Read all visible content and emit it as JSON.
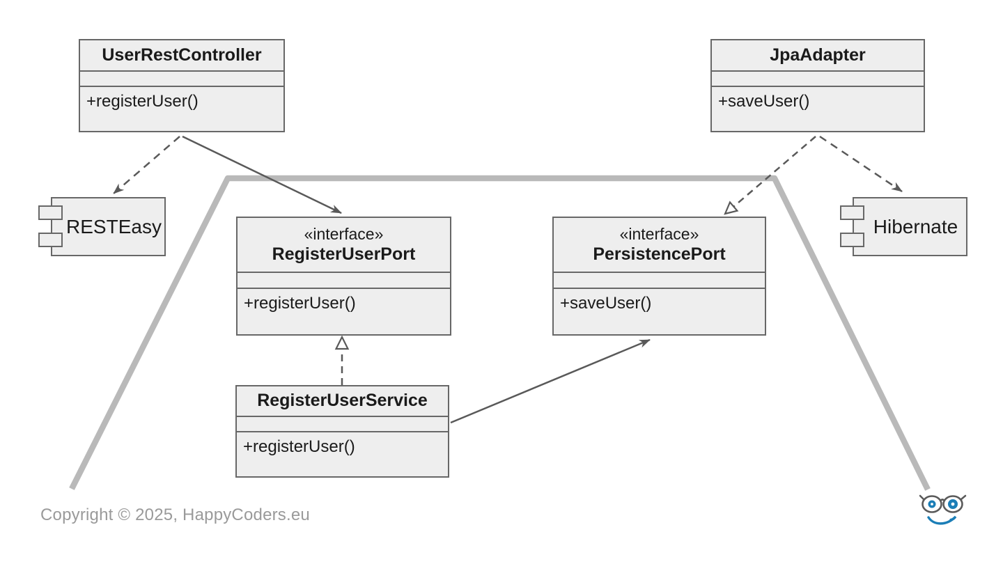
{
  "diagram": {
    "type": "uml-class-diagram",
    "theme": "hexagonal-architecture",
    "classes": {
      "userRestController": {
        "name": "UserRestController",
        "methods": [
          "+registerUser()"
        ]
      },
      "jpaAdapter": {
        "name": "JpaAdapter",
        "methods": [
          "+saveUser()"
        ]
      },
      "registerUserPort": {
        "stereotype": "«interface»",
        "name": "RegisterUserPort",
        "methods": [
          "+registerUser()"
        ]
      },
      "persistencePort": {
        "stereotype": "«interface»",
        "name": "PersistencePort",
        "methods": [
          "+saveUser()"
        ]
      },
      "registerUserService": {
        "name": "RegisterUserService",
        "methods": [
          "+registerUser()"
        ]
      }
    },
    "components": {
      "restEasy": {
        "name": "RESTEasy"
      },
      "hibernate": {
        "name": "Hibernate"
      }
    },
    "relationships": [
      {
        "from": "UserRestController",
        "to": "RESTEasy",
        "type": "dependency",
        "line": "dashed",
        "arrowhead": "open"
      },
      {
        "from": "UserRestController",
        "to": "RegisterUserPort",
        "type": "association",
        "line": "solid",
        "arrowhead": "open"
      },
      {
        "from": "RegisterUserService",
        "to": "RegisterUserPort",
        "type": "realization",
        "line": "dashed",
        "arrowhead": "hollow-triangle"
      },
      {
        "from": "RegisterUserService",
        "to": "PersistencePort",
        "type": "association",
        "line": "solid",
        "arrowhead": "open"
      },
      {
        "from": "JpaAdapter",
        "to": "PersistencePort",
        "type": "realization",
        "line": "dashed",
        "arrowhead": "hollow-triangle"
      },
      {
        "from": "JpaAdapter",
        "to": "Hibernate",
        "type": "dependency",
        "line": "dashed",
        "arrowhead": "open"
      }
    ],
    "boundary": {
      "shape": "hexagon-partial",
      "color": "#b9b9b9"
    },
    "colors": {
      "box_fill": "#eeeeee",
      "box_border": "#676767",
      "connector": "#595959",
      "hexagon": "#b9b9b9",
      "text": "#1a1a1a",
      "copyright_text": "#9a9a9a",
      "logo_blue": "#1b7eb7",
      "logo_frame": "#5a5a5a"
    }
  },
  "footer": {
    "copyright": "Copyright © 2025, HappyCoders.eu"
  }
}
